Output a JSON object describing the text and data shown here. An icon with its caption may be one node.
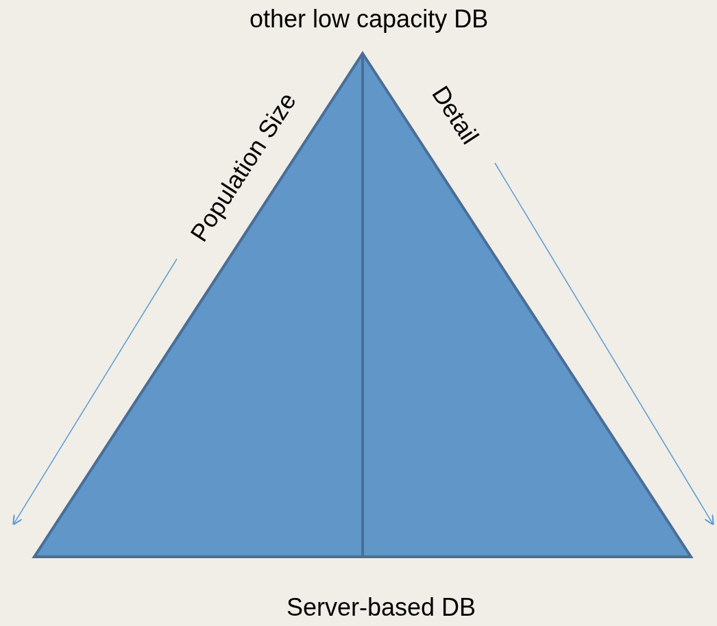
{
  "diagram": {
    "labels": [
      "other low capacity DB",
      "Population Size",
      "Detail",
      "Server-based DB"
    ]
  }
}
